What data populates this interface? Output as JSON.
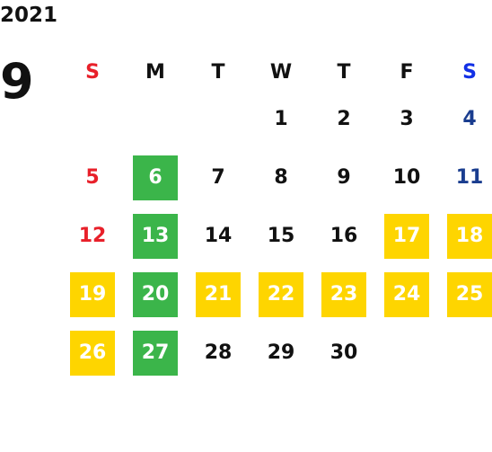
{
  "year": "2021",
  "month": "9",
  "colors": {
    "green_highlight": "#3bb54a",
    "yellow_highlight": "#fed500",
    "sunday": "#e8202a",
    "saturday": "#1a3d8f",
    "saturday_header": "#1230e6"
  },
  "weekdays": [
    "S",
    "M",
    "T",
    "W",
    "T",
    "F",
    "S"
  ],
  "weeks": [
    [
      {
        "day": ""
      },
      {
        "day": ""
      },
      {
        "day": ""
      },
      {
        "day": "1"
      },
      {
        "day": "2"
      },
      {
        "day": "3"
      },
      {
        "day": "4"
      }
    ],
    [
      {
        "day": "5"
      },
      {
        "day": "6",
        "highlight": "green"
      },
      {
        "day": "7"
      },
      {
        "day": "8"
      },
      {
        "day": "9"
      },
      {
        "day": "10"
      },
      {
        "day": "11"
      }
    ],
    [
      {
        "day": "12"
      },
      {
        "day": "13",
        "highlight": "green"
      },
      {
        "day": "14"
      },
      {
        "day": "15"
      },
      {
        "day": "16"
      },
      {
        "day": "17",
        "highlight": "yellow"
      },
      {
        "day": "18",
        "highlight": "yellow"
      }
    ],
    [
      {
        "day": "19",
        "highlight": "yellow"
      },
      {
        "day": "20",
        "highlight": "green"
      },
      {
        "day": "21",
        "highlight": "yellow"
      },
      {
        "day": "22",
        "highlight": "yellow"
      },
      {
        "day": "23",
        "highlight": "yellow"
      },
      {
        "day": "24",
        "highlight": "yellow"
      },
      {
        "day": "25",
        "highlight": "yellow"
      }
    ],
    [
      {
        "day": "26",
        "highlight": "yellow"
      },
      {
        "day": "27",
        "highlight": "green"
      },
      {
        "day": "28"
      },
      {
        "day": "29"
      },
      {
        "day": "30"
      },
      {
        "day": ""
      },
      {
        "day": ""
      }
    ]
  ]
}
